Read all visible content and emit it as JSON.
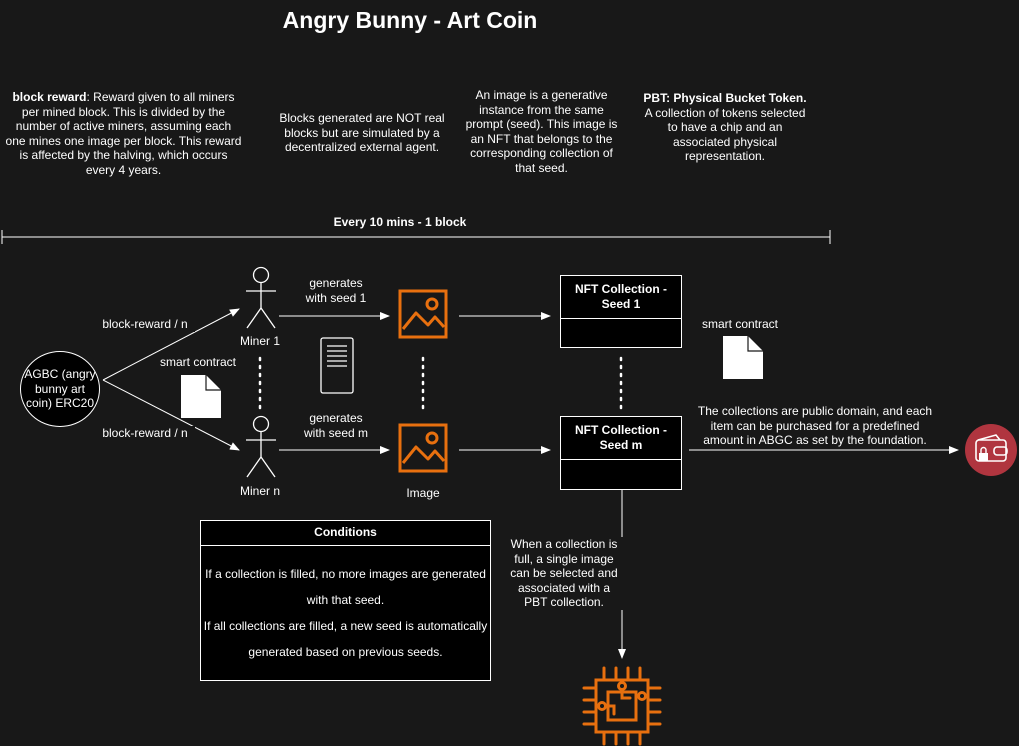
{
  "title": "Angry Bunny - Art Coin",
  "notes": {
    "block_reward_term": "block reward",
    "block_reward_text": ": Reward given to all miners per mined block. This is divided by the number of active miners, assuming each one mines one image per block. This reward is affected by the halving, which occurs every 4 years.",
    "blocks_simulated": "Blocks generated are NOT real blocks but are simulated by a decentralized external agent.",
    "image_instance": "An image is a generative instance from the same prompt (seed). This image is an NFT that belongs to the corresponding collection of that seed.",
    "pbt_term": "PBT: Physical Bucket Token.",
    "pbt_text": " A collection of tokens selected to have a chip and an associated physical representation."
  },
  "timeline": {
    "label": "Every 10 mins - 1 block"
  },
  "token": {
    "label": "AGBC (angry bunny art coin) ERC20"
  },
  "edges": {
    "reward_top": "block-reward / n",
    "reward_bottom": "block-reward / n",
    "generates_seed1": "generates with seed 1",
    "generates_seedm": "generates with seed m",
    "smart_contract_left": "smart contract",
    "smart_contract_right": "smart contract",
    "public_domain": "The collections are public domain, and each item can be purchased for a predefined amount in ABGC as set by the foundation.",
    "collection_full": "When a collection is full, a single image can be selected and associated with a PBT collection."
  },
  "miners": {
    "top": "Miner 1",
    "bottom": "Miner n"
  },
  "image": {
    "label": "Image"
  },
  "collections": {
    "top": "NFT Collection - Seed 1",
    "bottom": "NFT Collection - Seed m"
  },
  "conditions": {
    "title": "Conditions",
    "rule1": "If a collection is filled, no more images are generated with that seed.",
    "rule2": "If all collections are filled, a new seed is automatically generated based on previous seeds."
  },
  "colors": {
    "accent_orange": "#e8700f",
    "wallet_red": "#b0353f",
    "background": "#181818"
  },
  "icons": [
    "person-icon",
    "server-icon",
    "image-icon",
    "document-icon",
    "wallet-icon",
    "chip-icon"
  ]
}
